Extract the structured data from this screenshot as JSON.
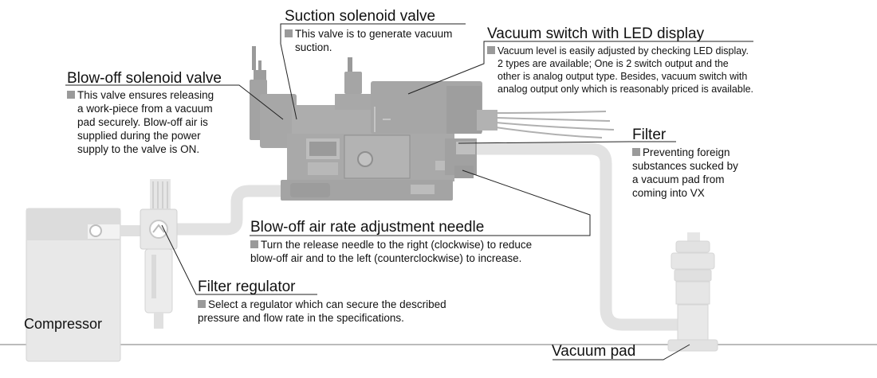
{
  "labels": {
    "suction": {
      "title": "Suction solenoid valve",
      "desc": [
        "This valve is to generate vacuum",
        "suction."
      ]
    },
    "vacuum_switch": {
      "title": "Vacuum switch with LED display",
      "desc": [
        "Vacuum level is easily adjusted by checking LED display.",
        "2 types are available;  One is 2 switch output and the",
        "other is analog output type. Besides, vacuum switch with",
        "analog output only which is reasonably priced is available."
      ]
    },
    "blowoff_valve": {
      "title": "Blow-off solenoid valve",
      "desc": [
        "This valve ensures releasing",
        "a work-piece from a vacuum",
        "pad securely. Blow-off air is",
        "supplied during the power",
        "supply to the valve is ON."
      ]
    },
    "filter": {
      "title": "Filter",
      "desc": [
        "Preventing foreign",
        "substances sucked by",
        "a vacuum pad from",
        "coming into VX"
      ]
    },
    "needle": {
      "title": "Blow-off air rate adjustment needle",
      "desc": [
        "Turn the release needle to the right (clockwise) to reduce",
        "blow-off air and to the left (counterclockwise) to increase."
      ]
    },
    "regulator": {
      "title": "Filter regulator",
      "desc": [
        "Select a regulator which can secure the described",
        "pressure and flow rate in the specifications."
      ]
    },
    "compressor": {
      "title": "Compressor"
    },
    "vacuum_pad": {
      "title": "Vacuum pad"
    }
  },
  "colors": {
    "device": "#a9a9a9",
    "device_dark": "#8f8f8f",
    "tube": "#e2e2e2",
    "light": "#e8e8e8",
    "leader": "#222222",
    "bullet": "#9a9a9a"
  }
}
